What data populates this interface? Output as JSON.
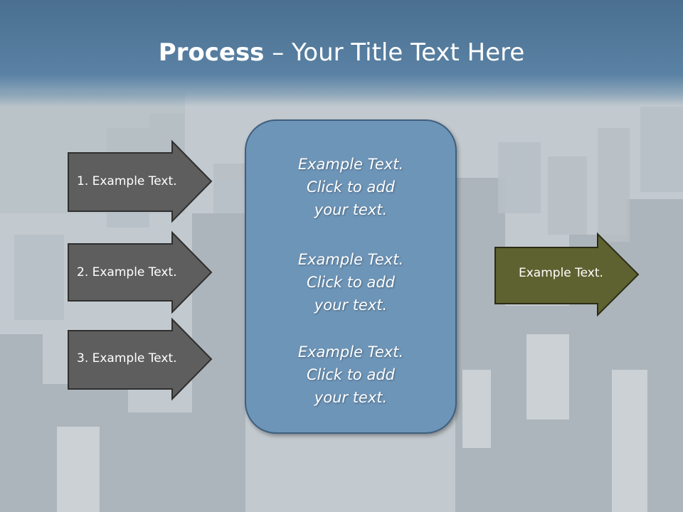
{
  "title": {
    "bold": "Process",
    "rest": " – Your Title Text Here"
  },
  "left_steps": [
    {
      "label": "1. Example Text."
    },
    {
      "label": "2. Example Text."
    },
    {
      "label": "3. Example Text."
    }
  ],
  "center": {
    "blocks": [
      {
        "line1": "Example Text.",
        "line2": "Click  to add",
        "line3": "your text."
      },
      {
        "line1": "Example Text.",
        "line2": "Click  to add",
        "line3": "your text."
      },
      {
        "line1": "Example Text.",
        "line2": "Click  to add",
        "line3": "your text."
      }
    ]
  },
  "result": {
    "label": "Example Text."
  },
  "colors": {
    "header": "#5a82a4",
    "step_arrow": "#5e5e5e",
    "center_box": "#6d95b8",
    "result_arrow": "#5e6230"
  }
}
